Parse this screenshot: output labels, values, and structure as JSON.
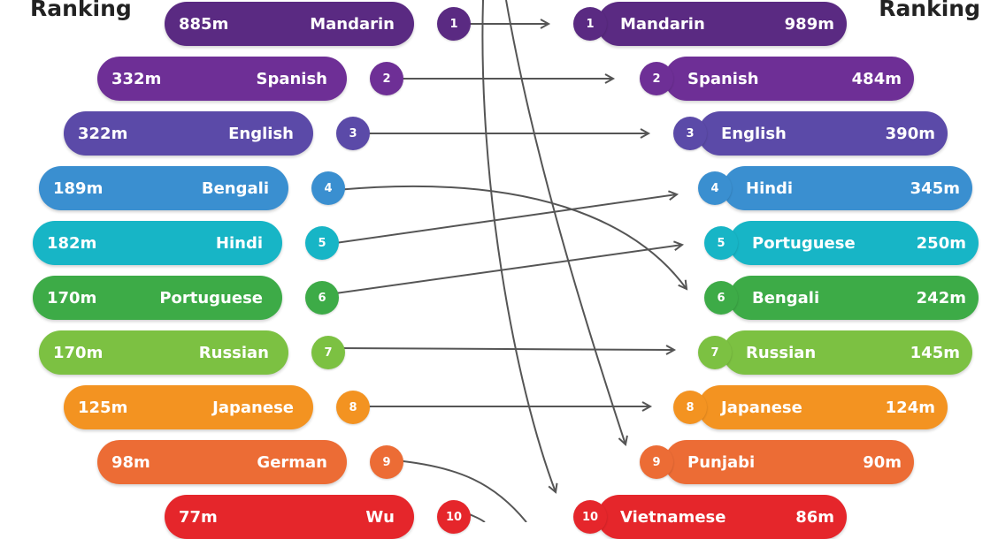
{
  "headings": {
    "left": "Ranking",
    "right": "Ranking"
  },
  "left": [
    {
      "rank": "1",
      "language": "Mandarin",
      "speakers": "885m",
      "color": "#5a2a82"
    },
    {
      "rank": "2",
      "language": "Spanish",
      "speakers": "332m",
      "color": "#6e2f96"
    },
    {
      "rank": "3",
      "language": "English",
      "speakers": "322m",
      "color": "#5b4aa8"
    },
    {
      "rank": "4",
      "language": "Bengali",
      "speakers": "189m",
      "color": "#3a8fd0"
    },
    {
      "rank": "5",
      "language": "Hindi",
      "speakers": "182m",
      "color": "#17b5c6"
    },
    {
      "rank": "6",
      "language": "Portuguese",
      "speakers": "170m",
      "color": "#3dab47"
    },
    {
      "rank": "7",
      "language": "Russian",
      "speakers": "170m",
      "color": "#7cc142"
    },
    {
      "rank": "8",
      "language": "Japanese",
      "speakers": "125m",
      "color": "#f39321"
    },
    {
      "rank": "9",
      "language": "German",
      "speakers": "98m",
      "color": "#ec6c35"
    },
    {
      "rank": "10",
      "language": "Wu",
      "speakers": "77m",
      "color": "#e5262b"
    }
  ],
  "right": [
    {
      "rank": "1",
      "language": "Mandarin",
      "speakers": "989m",
      "color": "#5a2a82"
    },
    {
      "rank": "2",
      "language": "Spanish",
      "speakers": "484m",
      "color": "#6e2f96"
    },
    {
      "rank": "3",
      "language": "English",
      "speakers": "390m",
      "color": "#5b4aa8"
    },
    {
      "rank": "4",
      "language": "Hindi",
      "speakers": "345m",
      "color": "#3a8fd0"
    },
    {
      "rank": "5",
      "language": "Portuguese",
      "speakers": "250m",
      "color": "#17b5c6"
    },
    {
      "rank": "6",
      "language": "Bengali",
      "speakers": "242m",
      "color": "#3dab47"
    },
    {
      "rank": "7",
      "language": "Russian",
      "speakers": "145m",
      "color": "#7cc142"
    },
    {
      "rank": "8",
      "language": "Japanese",
      "speakers": "124m",
      "color": "#f39321"
    },
    {
      "rank": "9",
      "language": "Punjabi",
      "speakers": "90m",
      "color": "#ec6c35"
    },
    {
      "rank": "10",
      "language": "Vietnamese",
      "speakers": "86m",
      "color": "#e5262b"
    }
  ],
  "line_color": "#555555"
}
